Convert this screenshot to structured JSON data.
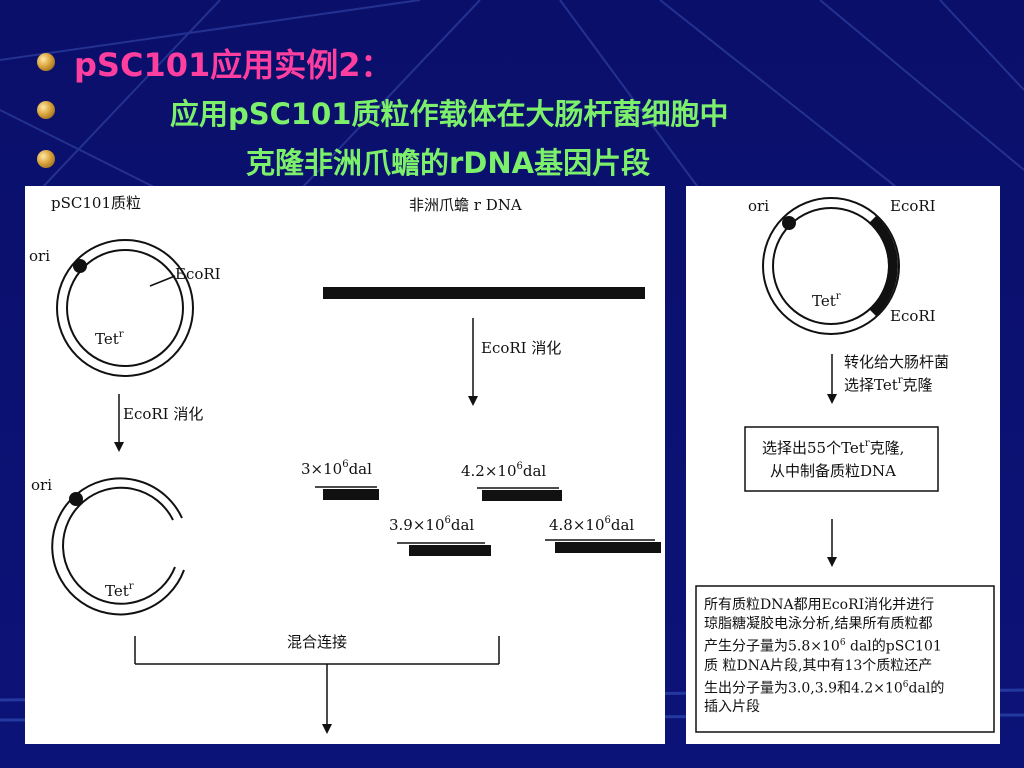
{
  "slide": {
    "title": "pSC101应用实例2：",
    "line2": "应用pSC101质粒作载体在大肠杆菌细胞中",
    "line3": "克隆非洲爪蟾的rDNA基因片段",
    "colors": {
      "background": "#0b1070",
      "title": "#ff3fa0",
      "subtitle": "#7cf06a"
    }
  },
  "left_panel": {
    "plasmid_label": "pSC101质粒",
    "dna_label": "非洲爪蟾 r DNA",
    "ori1": "ori",
    "ecori1": "EcoRI",
    "tet1": "Tet",
    "tet1_sup": "r",
    "step_left": "EcoRI 消化",
    "step_right": "EcoRI  消化",
    "ori2": "ori",
    "tet2": "Tet",
    "tet2_sup": "r",
    "fragments": [
      {
        "coef": "3×10",
        "exp": "6",
        "unit": "dal"
      },
      {
        "coef": "4.2×10",
        "exp": "6",
        "unit": "dal"
      },
      {
        "coef": "3.9×10",
        "exp": "6",
        "unit": "dal"
      },
      {
        "coef": "4.8×10",
        "exp": "6",
        "unit": "dal"
      }
    ],
    "ligation": "混合连接"
  },
  "right_panel": {
    "ori": "ori",
    "ecori_top": "EcoRI",
    "ecori_bottom": "EcoRI",
    "tet": "Tet",
    "tet_sup": "r",
    "transform_1": "转化给大肠杆菌",
    "transform_2_a": "选择Tet",
    "transform_2_sup": "r",
    "transform_2_b": "克隆",
    "box1_line1_a": "选择出55个Tet",
    "box1_line1_sup": "r",
    "box1_line1_b": "克隆,",
    "box1_line2": "从中制备质粒DNA",
    "box2": {
      "l1": "所有质粒DNA都用EcoRI消化并进行",
      "l2": "琼脂糖凝胶电泳分析,结果所有质粒都",
      "l3a": "产生分子量为5.8×10",
      "l3sup": "6",
      "l3b": " dal的pSC101",
      "l4": "质 粒DNA片段,其中有13个质粒还产",
      "l5a": "生出分子量为3.0,3.9和4.2×10",
      "l5sup": "6",
      "l5b": "dal的",
      "l6": "插入片段"
    }
  }
}
